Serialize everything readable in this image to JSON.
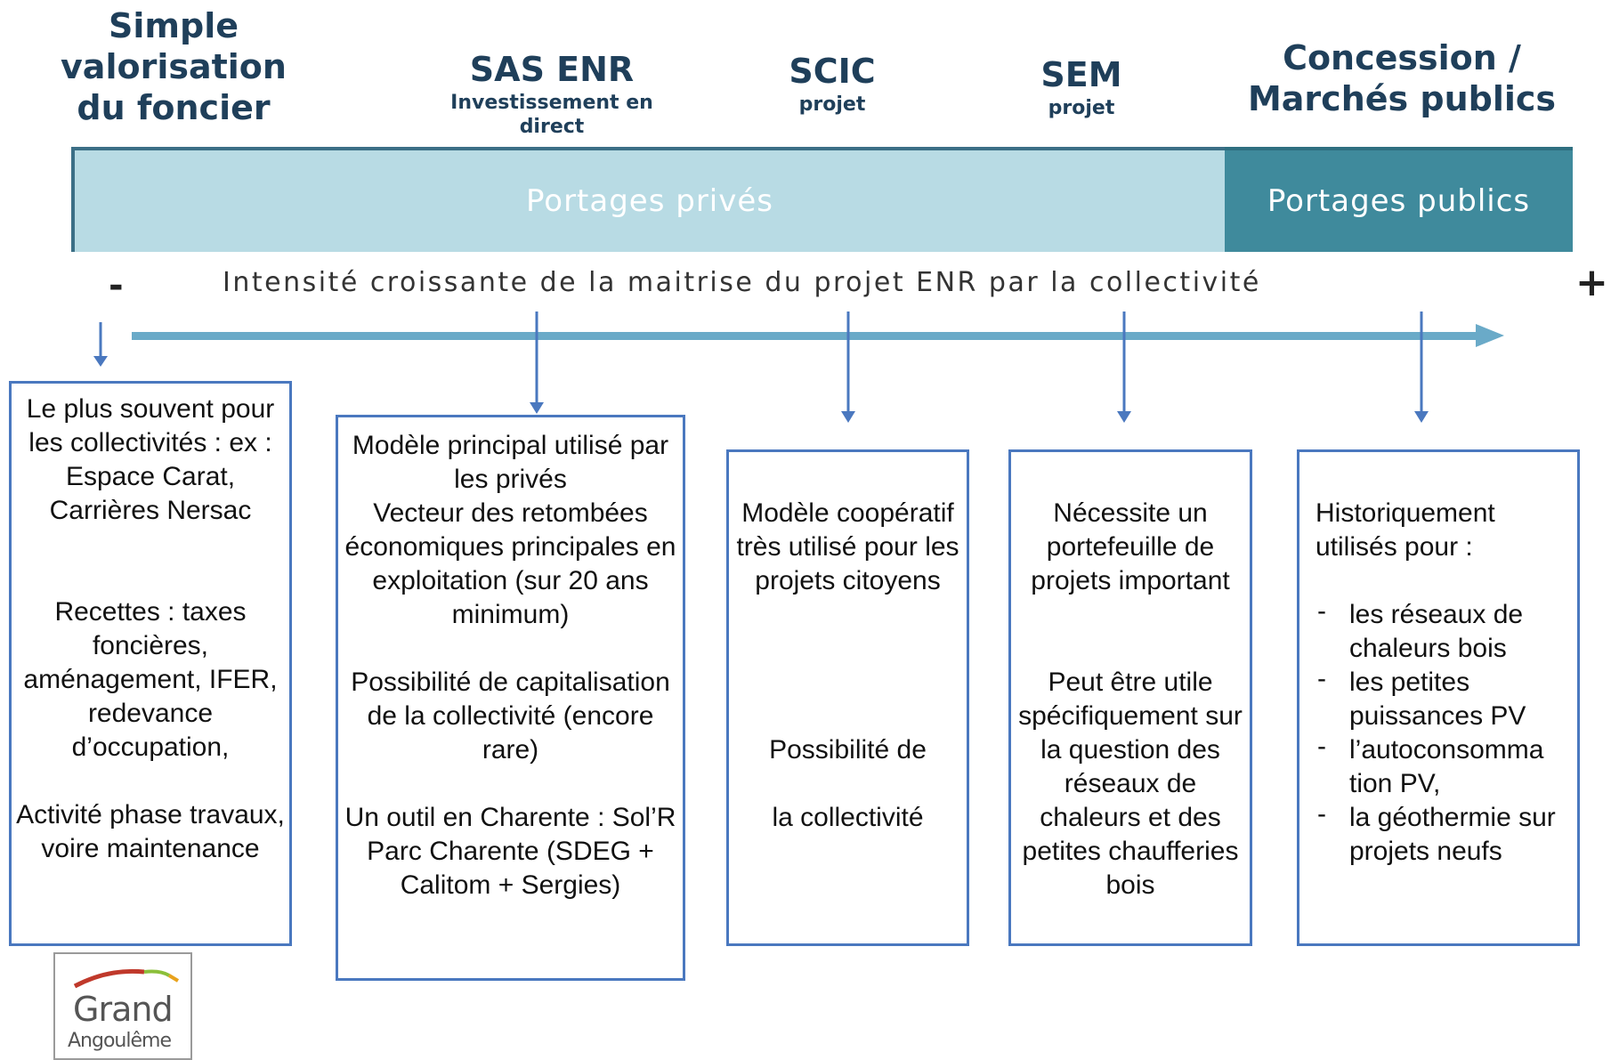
{
  "headers": {
    "simple": "Simple valorisation du foncier",
    "sas_title": "SAS ENR",
    "sas_sub": "Investissement en direct",
    "scic_title": "SCIC",
    "scic_sub": "projet",
    "sem_title": "SEM",
    "sem_sub": "projet",
    "concession": "Concession / Marchés publics"
  },
  "bands": {
    "private": "Portages privés",
    "public": "Portages publics"
  },
  "axis": {
    "minus": "-",
    "plus": "+",
    "label": "Intensité croissante de la maitrise du projet ENR par la collectivité"
  },
  "boxes": {
    "box1": {
      "p1": "Le plus souvent pour les collectivités : ex : Espace Carat, Carrières Nersac",
      "p2": "Recettes : taxes foncières, aménagement, IFER, redevance d’occupation,",
      "p3": "Activité phase travaux, voire maintenance"
    },
    "box2": {
      "p1": "Modèle principal utilisé par les privés",
      "p2": "Vecteur des retombées économiques principales en exploitation (sur 20 ans minimum)",
      "p3": "Possibilité de capitalisation de la collectivité (encore rare)",
      "p4": "Un outil en Charente : Sol’R Parc Charente (SDEG + Calitom + Sergies)"
    },
    "box3": {
      "p1": "Modèle coopératif très utilisé pour les projets citoyens",
      "p2": "Possibilité de",
      "p3": "la collectivité"
    },
    "box4": {
      "p1": "Nécessite un portefeuille de projets important",
      "p2": "Peut être utile spécifiquement sur la question des réseaux de chaleurs et des petites chaufferies bois"
    },
    "box5": {
      "intro": "Historiquement utilisés pour :",
      "items": [
        "les réseaux de chaleurs bois",
        "les petites puissances PV",
        "l’autoconsomma tion PV,",
        "la géothermie sur projets neufs"
      ]
    }
  },
  "logo": {
    "line1": "Grand",
    "line2": "Angoulême"
  },
  "colors": {
    "private_band": "#b8dbe4",
    "public_band": "#3f8a9c",
    "box_border": "#4a78bf",
    "axis_arrow": "#6aaac8"
  }
}
